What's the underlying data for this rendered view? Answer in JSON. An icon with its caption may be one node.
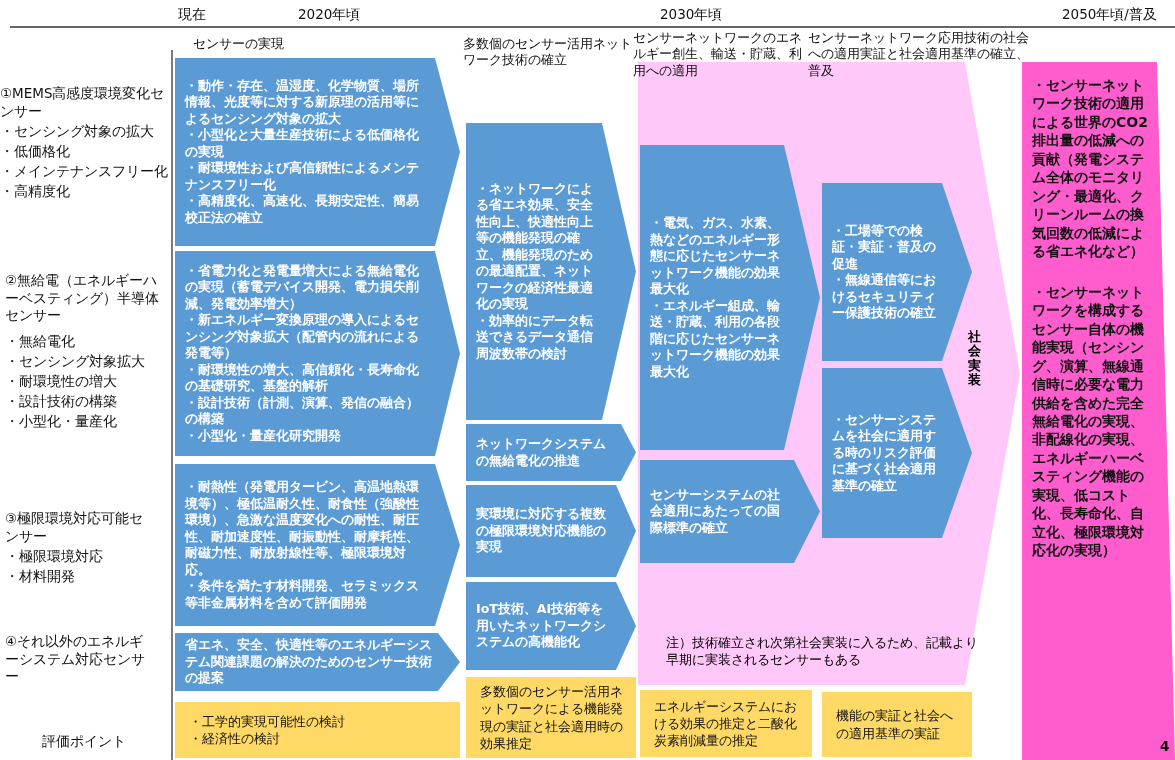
{
  "diagram": {
    "nodes": [
      {
        "text": [
          "・動作・存在、温湿度、化学物質、場所情報、光度等に対する新原理の活用等によるセンシング対象の拡大",
          "・小型化と大量生産技術による低価格化の実現",
          "・耐環境性および高信頼性によるメンテナンスフリー化",
          "・高精度化、高速化、長期安定性、簡易校正法の確立"
        ]
      },
      {
        "text": [
          "・省電力化と発電量増大による無給電化の実現（蓄電デバイス開発、電力損失削減、発電効率増大）",
          "・新エネルギー変換原理の導入によるセンシング対象拡大（配管内の流れによる発電等）",
          "・耐環境性の増大、高信頼化・長寿命化の基礎研究、基盤的解析",
          "・設計技術（計測、演算、発信の融合）の構築",
          "・小型化・量産化研究開発"
        ]
      },
      {
        "text": [
          "・耐熱性（発電用タービン、高温地熱環境等）、極低温耐久性、耐食性（強酸性環境）、急激な温度変化への耐性、耐圧性、耐加速度性、耐振動性、耐摩耗性、耐磁力性、耐放射線性等、極限環境対応。",
          "・条件を満たす材料開発、セラミックス等非金属材料を含めて評価開発"
        ]
      },
      {
        "text": [
          "省エネ、安全、快適性等のエネルギーシステム関連課題の解決のためのセンサー技術の提案"
        ]
      },
      {
        "text": [
          "・工学的実現可能性の検討",
          "・経済性の検討"
        ]
      },
      {
        "text": [
          "・ネットワークによる省エネ効果、安全性向上、快適性向上等の機能発現の確立、機能発現のための最適配置、ネットワークの経済性最適化の実現",
          "・効率的にデータ転送できるデータ通信周波数帯の検討"
        ]
      },
      {
        "text": [
          "ネットワークシステムの無給電化の推進"
        ]
      },
      {
        "text": [
          "実環境に対応する複数の極限環境対応機能の実現"
        ]
      },
      {
        "text": [
          "IoT技術、AI技術等を用いたネットワークシステムの高機能化"
        ]
      },
      {
        "text": [
          "多数個のセンサー活用ネットワークによる機能発現の実証と社会適用時の効果推定"
        ]
      },
      {
        "text": [
          "社会実装",
          "注）技術確立され次第社会実装に入るため、記載より早期に実装されるセンサーもある"
        ]
      },
      {
        "text": [
          "・電気、ガス、水素、熱などのエネルギー形態に応じたセンサーネットワーク機能の効果最大化",
          "・エネルギー組成、輸送・貯蔵、利用の各段階に応じたセンサーネットワーク機能の効果最大化"
        ],
        "in": 10
      },
      {
        "text": [
          "センサーシステムの社会適用にあたっての国際標準の確立"
        ],
        "in": 10
      },
      {
        "text": [
          "・工場等での検証・実証・普及の促進",
          "・無線通信等におけるセキュリティー保護技術の確立"
        ],
        "in": 10
      },
      {
        "text": [
          "・センサーシステムを社会に適用する時のリスク評価に基づく社会適用基準の確立"
        ],
        "in": 10
      },
      {
        "text": [
          "エネルギーシステムにおける効果の推定と二酸化炭素削減量の推定"
        ]
      },
      {
        "text": [
          "機能の実証と社会への適用基準の実証"
        ]
      },
      {
        "text": [
          "・センサーネットワーク技術の適用による世界のCO2排出量の低減への貢献（発電システム全体のモニタリング・最適化、クリーンルームの換気回数の低減による省エネ化など）",
          "・センサーネットワークを構成するセンサー自体の機能実現（センシング、演算、無線通信時に必要な電力供給を含めた完全無給電化の実現、非配線化の実現、エネルギーハーベスティング機能の実現、低コスト化、長寿命化、自立化、極限環境対応化の実現）"
        ]
      }
    ],
    "labels": [
      "現在",
      "2020年頃",
      "2030年頃",
      "2050年頃/普及",
      "センサーの実現",
      "多数個のセンサー活用ネットワーク技術の確立",
      "センサーネットワークのエネルギー創生、輸送・貯蔵、利用への適用",
      "センサーネットワーク応用技術の社会への適用実証と社会適用基準の確立、普及",
      "①MEMS高感度環境変化センサー",
      "・センシング対象の拡大",
      "・低価格化",
      "・メインテナンスフリー化",
      "・高精度化",
      "②無給電（エネルギーハーベスティング）半導体センサー",
      "・無給電化",
      "・センシング対象拡大",
      "・耐環境性の増大",
      "・設計技術の構築",
      "・小型化・量産化",
      "③極限環境対応可能センサー",
      "・極限環境対応",
      "・材料開発",
      "④それ以外のエネルギーシステム対応センサー",
      "評価ポイント",
      "4"
    ]
  }
}
